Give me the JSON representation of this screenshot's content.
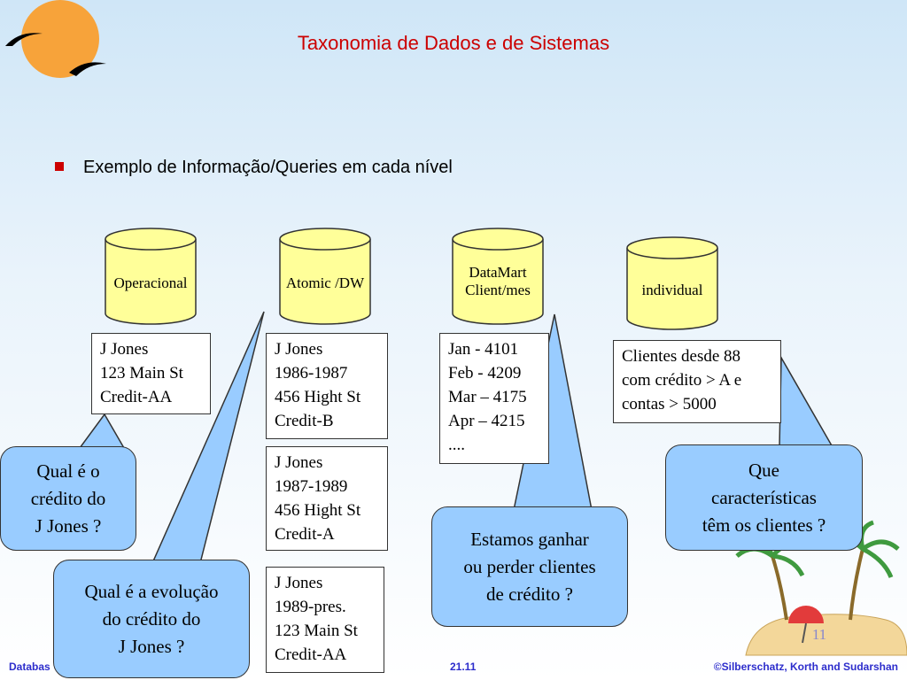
{
  "slide": {
    "title": "Taxonomia de Dados e de Sistemas",
    "bullet": "Exemplo de Informação/Queries em  cada nível",
    "page_number": "11"
  },
  "databases": [
    {
      "label": "Operacional"
    },
    {
      "label": "Atomic /DW"
    },
    {
      "label_lines": [
        "DataMart",
        "Client/mes"
      ]
    },
    {
      "label": "individual"
    }
  ],
  "data_boxes": {
    "operacional": [
      "J Jones",
      "123 Main St",
      "Credit-AA"
    ],
    "atomic": [
      [
        "J Jones",
        "1986-1987",
        "456 Hight St",
        "Credit-B"
      ],
      [
        "J Jones",
        "1987-1989",
        "456 Hight St",
        "Credit-A"
      ],
      [
        "J Jones",
        "1989-pres.",
        "123 Main St",
        "Credit-AA"
      ]
    ],
    "datamart": [
      "Jan  - 4101",
      "Feb - 4209",
      "Mar – 4175",
      "Apr – 4215",
      "...."
    ],
    "individual": [
      "Clientes desde 88",
      "com crédito > A e",
      "contas > 5000"
    ]
  },
  "callouts": {
    "q1": [
      "Qual é o",
      "crédito do",
      "J Jones ?"
    ],
    "q2": [
      "Qual é a evolução",
      "do crédito do",
      "J Jones ?"
    ],
    "q3": [
      "Estamos ganhar",
      "ou perder clientes",
      "de crédito ?"
    ],
    "q4": [
      "Que",
      "características",
      "têm os clientes ?"
    ]
  },
  "footer": {
    "left": "Databas",
    "center": "21.11",
    "right": "©Silberschatz, Korth and Sudarshan"
  },
  "colors": {
    "title": "#cc0000",
    "cylinder": "#ffff99",
    "bubble": "#99ccff",
    "footer": "#2d2dcc"
  }
}
